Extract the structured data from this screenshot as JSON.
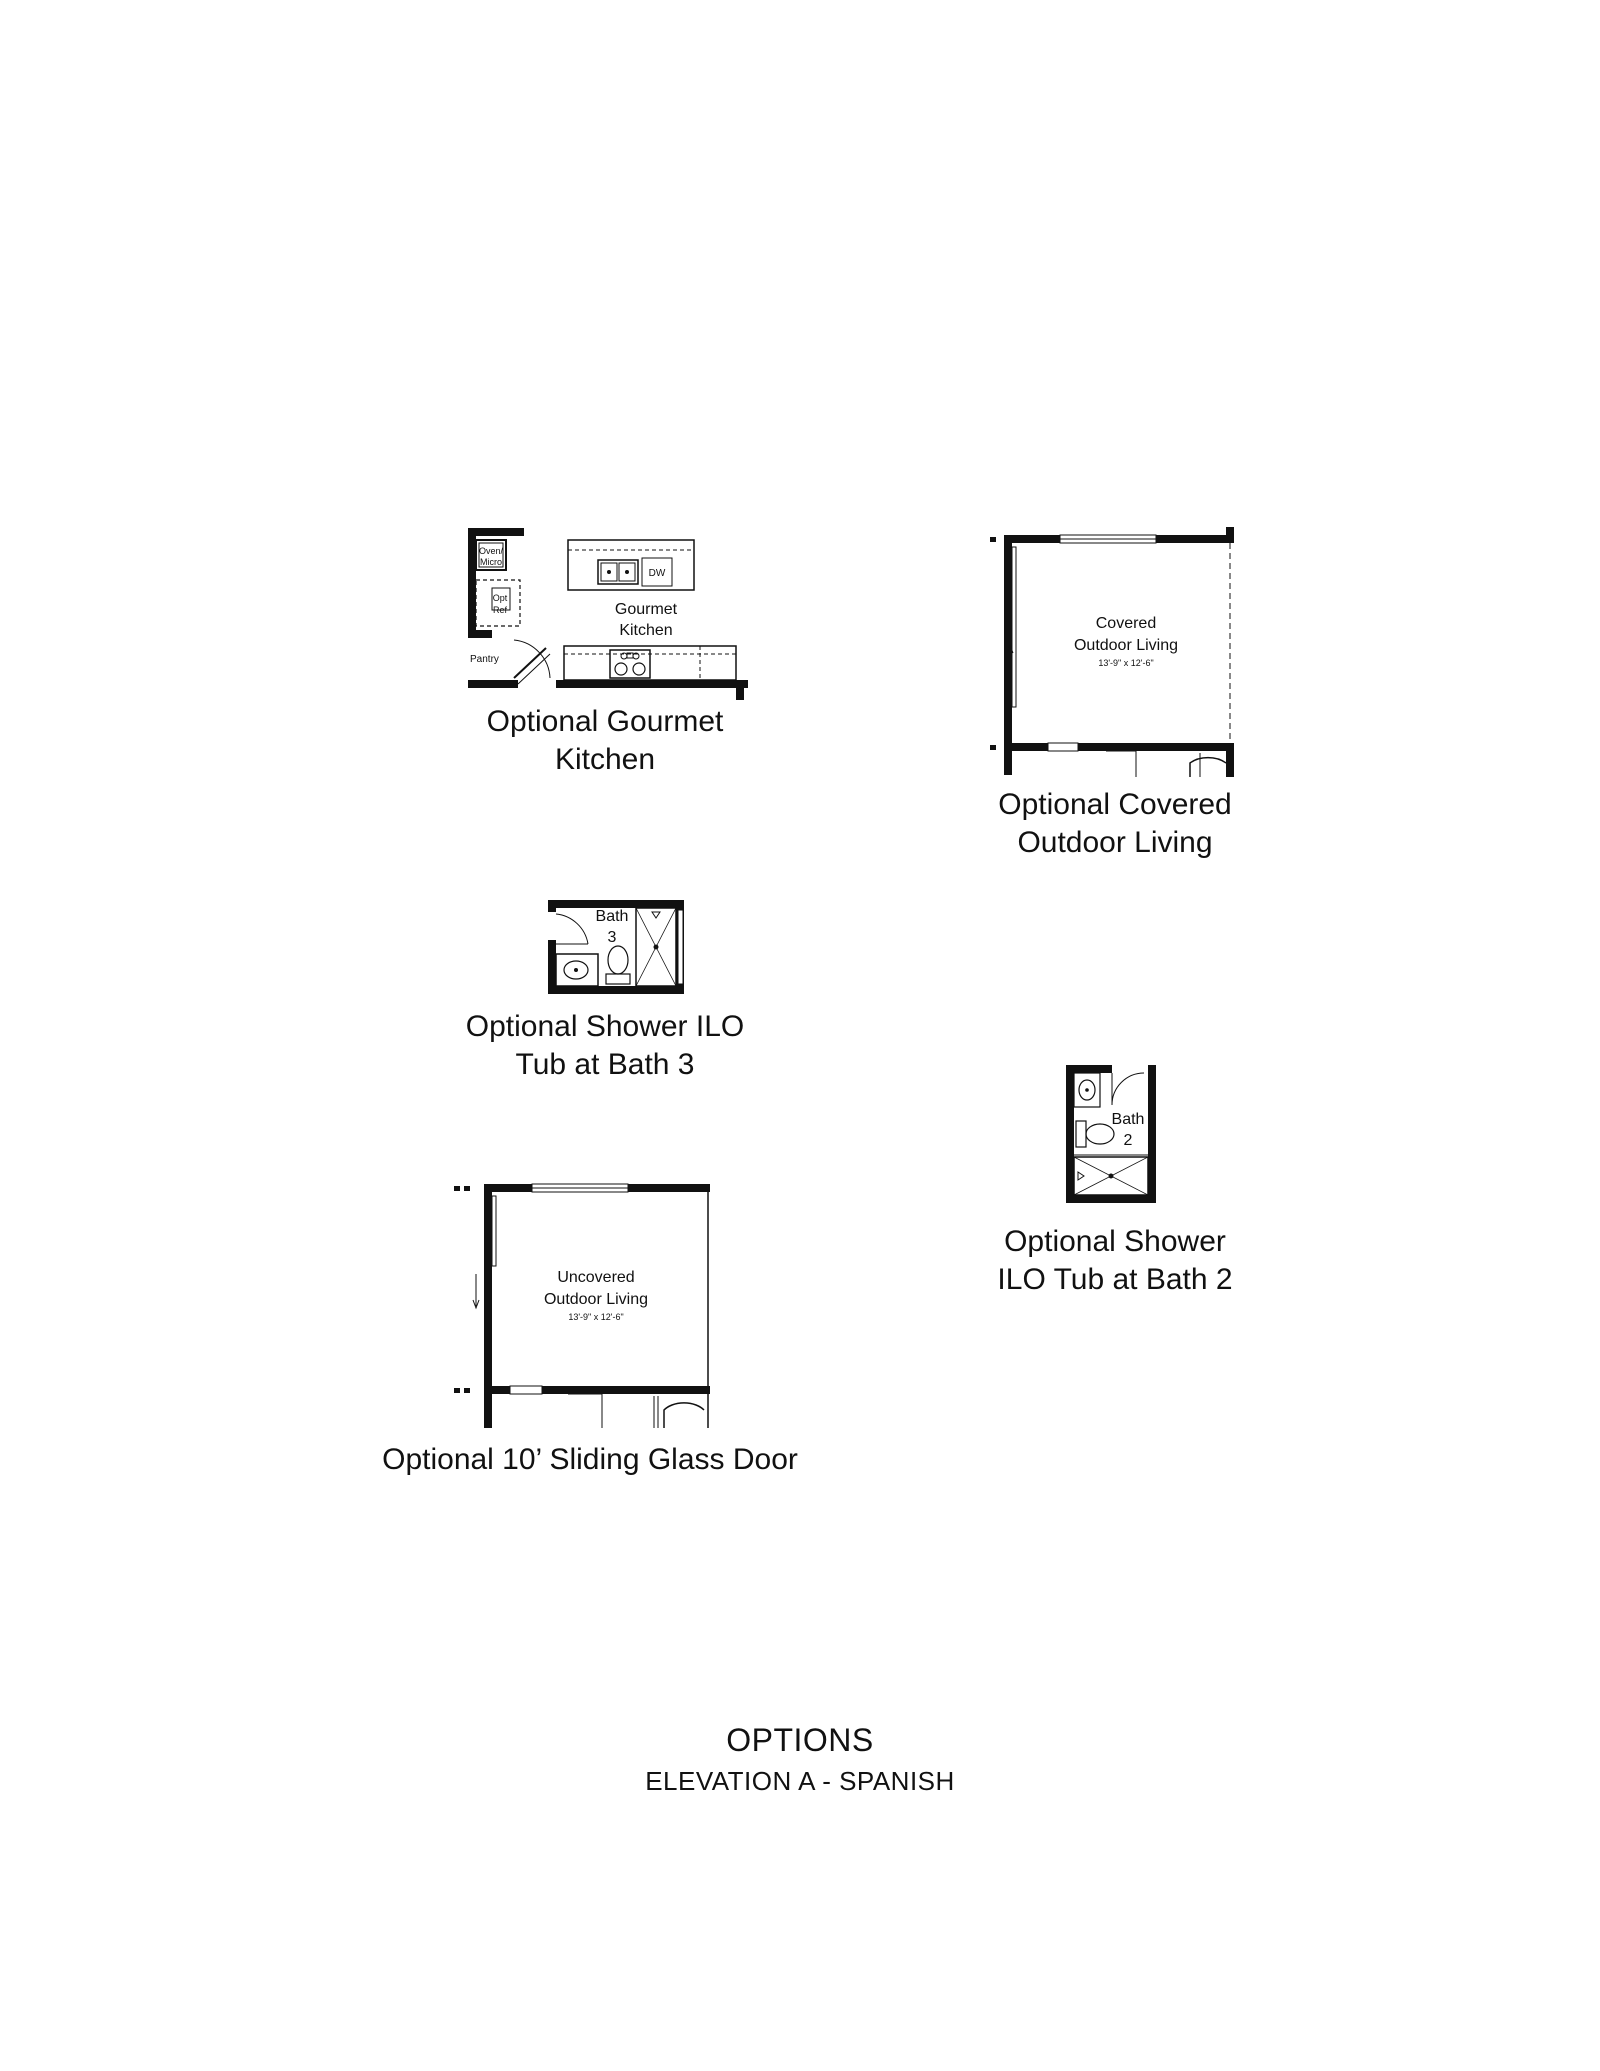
{
  "kitchen": {
    "labels": {
      "oven": "Oven/",
      "micro": "Micro",
      "opt": "Opt",
      "ref": "Ref",
      "pantry": "Pantry",
      "dw": "DW",
      "room_line1": "Gourmet",
      "room_line2": "Kitchen"
    },
    "caption_line1": "Optional Gourmet",
    "caption_line2": "Kitchen"
  },
  "covered": {
    "room_line1": "Covered",
    "room_line2": "Outdoor Living",
    "dims": "13'-9\" x 12'-6\"",
    "caption_line1": "Optional Covered",
    "caption_line2": "Outdoor Living"
  },
  "bath3": {
    "room_line1": "Bath",
    "room_line2": "3",
    "caption_line1": "Optional Shower ILO",
    "caption_line2": "Tub at Bath 3"
  },
  "bath2": {
    "room_line1": "Bath",
    "room_line2": "2",
    "caption_line1": "Optional Shower",
    "caption_line2": "ILO Tub at Bath 2"
  },
  "uncovered": {
    "room_line1": "Uncovered",
    "room_line2": "Outdoor Living",
    "dims": "13'-9\" x 12'-6\"",
    "caption": "Optional 10’ Sliding Glass Door"
  },
  "footer": {
    "title": "OPTIONS",
    "subtitle": "ELEVATION A - SPANISH"
  }
}
